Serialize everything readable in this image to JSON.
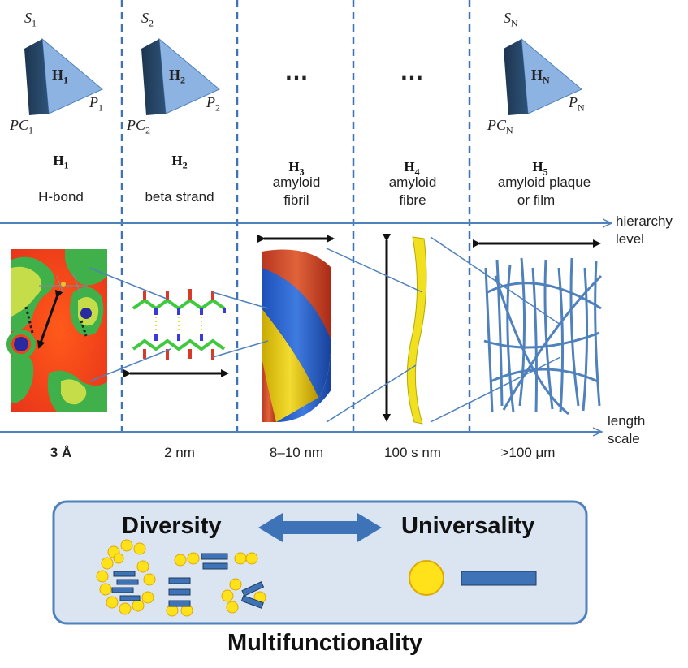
{
  "columns": [
    {
      "tri": {
        "s": "S",
        "s_sub": "1",
        "h": "H",
        "h_sub": "1",
        "p": "P",
        "p_sub": "1",
        "pc": "PC",
        "pc_sub": "1"
      },
      "h": "H",
      "h_sub": "1",
      "desc": [
        "H-bond"
      ],
      "scale": "3 Å"
    },
    {
      "tri": {
        "s": "S",
        "s_sub": "2",
        "h": "H",
        "h_sub": "2",
        "p": "P",
        "p_sub": "2",
        "pc": "PC",
        "pc_sub": "2"
      },
      "h": "H",
      "h_sub": "2",
      "desc": [
        "beta strand"
      ],
      "scale": "2 nm"
    },
    {
      "dots": "…",
      "h": "H",
      "h_sub": "3",
      "desc": [
        "amyloid",
        "fibril"
      ],
      "scale": "8–10 nm"
    },
    {
      "dots": "…",
      "h": "H",
      "h_sub": "4",
      "desc": [
        "amyloid",
        "fibre"
      ],
      "scale": "100 s nm"
    },
    {
      "tri": {
        "s": "S",
        "s_sub": "N",
        "h": "H",
        "h_sub": "N",
        "p": "P",
        "p_sub": "N",
        "pc": "PC",
        "pc_sub": "N"
      },
      "h": "H",
      "h_sub": "5",
      "desc": [
        "amyloid plaque",
        "or film"
      ],
      "scale": ">100 μm"
    }
  ],
  "axes": {
    "hierarchy": [
      "hierarchy",
      "level"
    ],
    "length": [
      "length",
      "scale"
    ]
  },
  "bottom_box": {
    "left": "Diversity",
    "right": "Universality"
  },
  "footer": "Multifunctionality",
  "colors": {
    "axis": "#4f81bd",
    "box_fill": "#dbe5f1",
    "box_stroke": "#4f81bd",
    "arrow_fill": "#3f73b8",
    "yellow": "#ffe21a",
    "blue_bar": "#3f73b8",
    "tri_light": "#8db3e2",
    "tri_dark": "#1f3c5c"
  }
}
